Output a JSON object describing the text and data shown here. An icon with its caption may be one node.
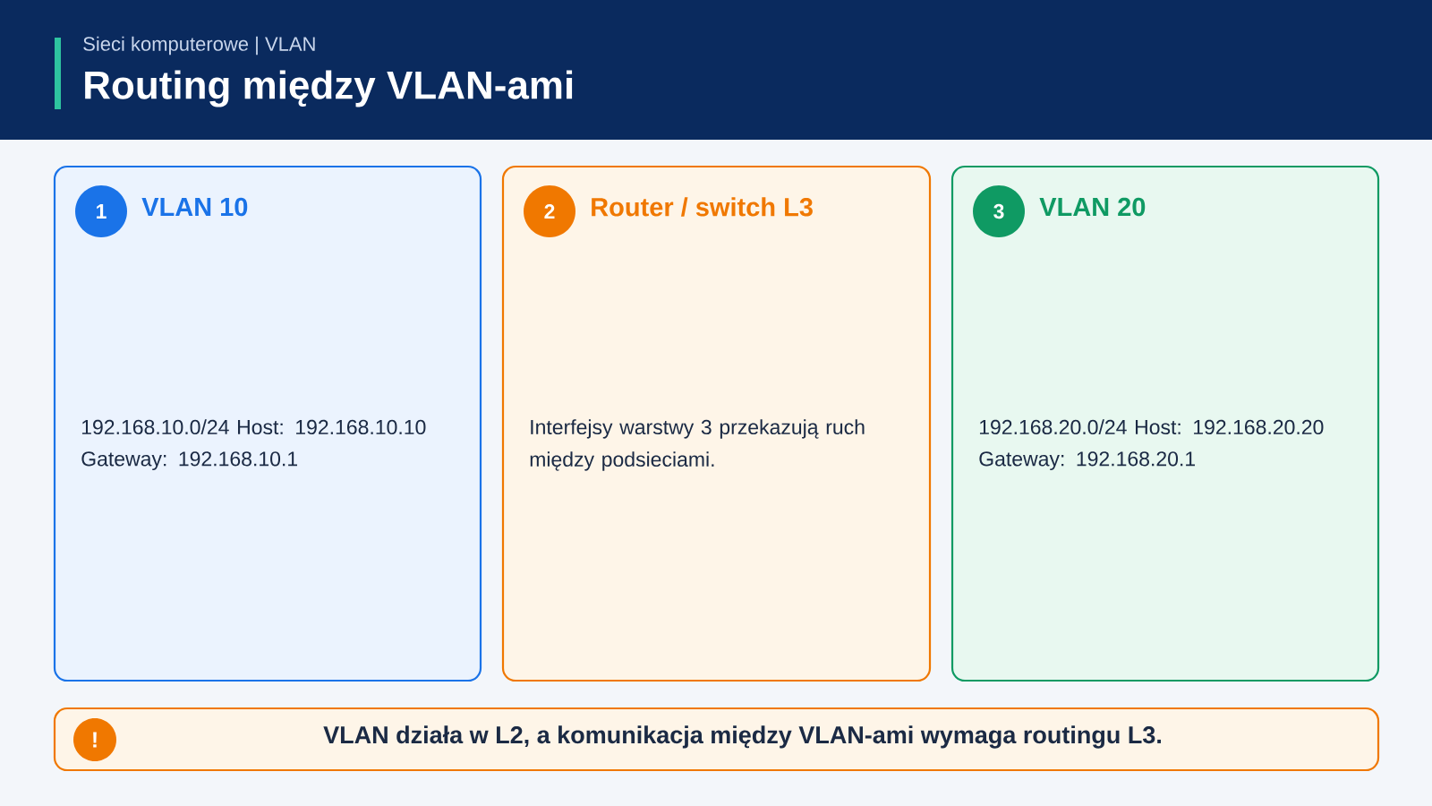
{
  "diagram": {
    "title": "Routing między VLAN-ami",
    "nodes": [
      {
        "text": [
          "VLAN 10",
          "192.168.10.0/24 Host: 192.168.10.10",
          "Gateway: 192.168.10.1"
        ]
      },
      {
        "text": [
          "1"
        ],
        "in": 0
      },
      {
        "text": [
          "Router / switch L3",
          "Interfejsy warstwy 3 przekazują ruch między podsieciami."
        ]
      },
      {
        "text": [
          "2"
        ],
        "in": 2
      },
      {
        "text": [
          "VLAN 20",
          "192.168.20.0/24 Host: 192.168.20.20",
          "Gateway: 192.168.20.1"
        ]
      },
      {
        "text": [
          "3"
        ],
        "in": 4
      },
      {
        "text": [
          "VLAN działa w L2, a komunikacja między VLAN-ami wymaga routingu L3."
        ]
      },
      {
        "text": [
          "!"
        ],
        "in": 6
      }
    ],
    "labels": [
      "Sieci komputerowe | VLAN"
    ]
  }
}
